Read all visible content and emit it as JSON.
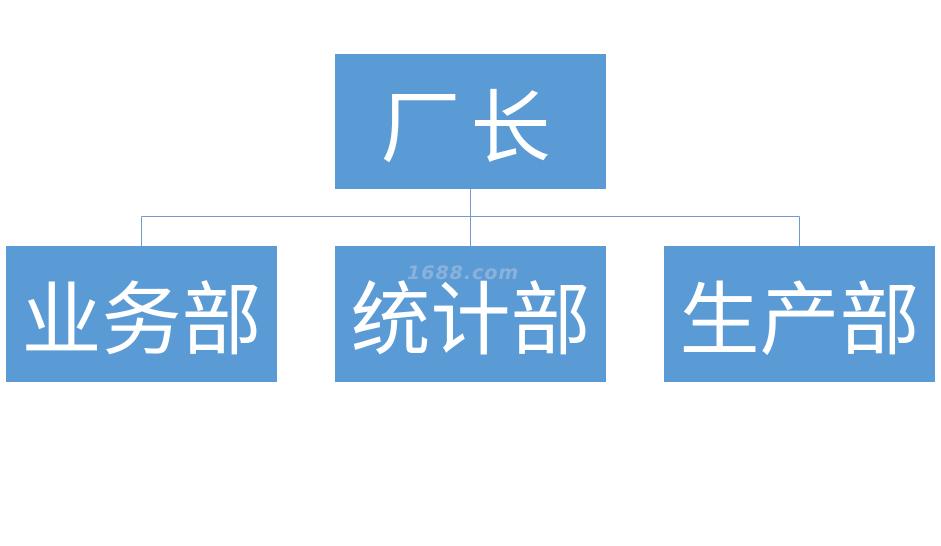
{
  "org_chart": {
    "root": {
      "label": "厂长"
    },
    "children": [
      {
        "label": "业务部"
      },
      {
        "label": "统计部"
      },
      {
        "label": "生产部"
      }
    ]
  },
  "watermark": {
    "text": "1688.com"
  },
  "colors": {
    "node_fill": "#5b9bd5",
    "node_text": "#ffffff",
    "connector": "#6f9ccd",
    "background": "#ffffff"
  }
}
